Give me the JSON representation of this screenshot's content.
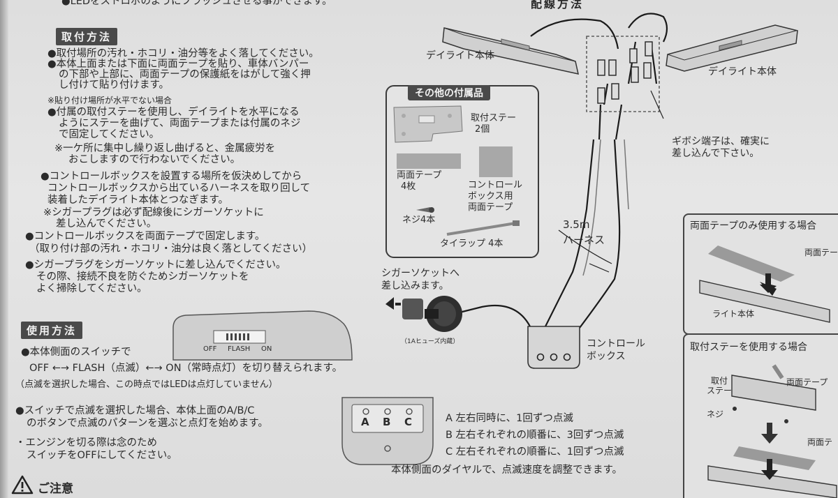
{
  "top_cut_line": "●LEDをストロボのようにフラッシュさせる事ができます。",
  "wiring_title": "配線方法",
  "install": {
    "heading": "取付方法",
    "lines": [
      "●取付場所の汚れ・ホコリ・油分等をよく落してください。",
      "●本体上面または下面に両面テープを貼り、車体バンパー",
      "の下部や上部に、両面テープの保護紙をはがして強く押",
      "し付けて貼り付けます。",
      "※貼り付け場所が水平でない場合",
      "●付属の取付ステーを使用し、デイライトを水平になる",
      "ようにステーを曲げて、両面テープまたは付属のネジ",
      "で固定してください。",
      "※一ケ所に集中し繰り返し曲げると、金属疲労を",
      "おこしますので行わないでください。",
      "●コントロールボックスを設置する場所を仮決めしてから",
      "コントロールボックスから出ているハーネスを取り回して",
      "装着したデイライト本体とつなぎます。",
      "※シガープラグは必ず配線後にシガーソケットに",
      "差し込んでください。",
      "●コントロールボックスを両面テープで固定します。",
      "（取り付け部の汚れ・ホコリ・油分は良く落としてください）",
      "●シガープラグをシガーソケットに差し込んでください。",
      "その際、接続不良を防ぐためシガーソケットを",
      "よく掃除してください。"
    ]
  },
  "usage": {
    "heading": "使用方法",
    "switch_labels": [
      "OFF",
      "FLASH",
      "ON"
    ],
    "lines": [
      "●本体側面のスイッチで",
      "OFF ←→ FLASH（点滅）←→ ON（常時点灯）を切り替えられます。",
      "（点滅を選択した場合、この時点ではLEDは点灯していません）",
      "●スイッチで点滅を選択した場合、本体上面のA/B/C",
      "のボタンで点滅のパターンを選ぶと点灯を始めます。",
      "・エンジンを切る際は念のため",
      "スイッチをOFFにしてください。"
    ],
    "buttons": [
      "A",
      "B",
      "C"
    ],
    "patterns": [
      "A 左右同時に、1回ずつ点滅",
      "B 左右それぞれの順番に、3回ずつ点滅",
      "C 左右それぞれの順番に、1回ずつ点滅"
    ],
    "dial_note": "本体側面のダイヤルで、点滅速度を調整できます。"
  },
  "caution": "ご注意",
  "accessories": {
    "heading": "その他の付属品",
    "items": [
      {
        "label": "取付ステー",
        "qty": "2個"
      },
      {
        "label": "両面テープ",
        "qty": "4枚"
      },
      {
        "label": "コントロール",
        "qty": "ボックス用",
        "extra": "両面テープ"
      },
      {
        "label": "ネジ4本"
      },
      {
        "label": "タイラップ 4本"
      }
    ]
  },
  "diagram": {
    "left_unit": "デイライト本体",
    "right_unit": "デイライト本体",
    "terminal_note": [
      "ギボシ端子は、確実に",
      "差し込んで下さい。"
    ],
    "harness": [
      "3.5m",
      "ハーネス"
    ],
    "socket_note": [
      "シガーソケットへ",
      "差し込みます。"
    ],
    "fuse": "（1Aヒューズ内蔵）",
    "control_box": [
      "コントロール",
      "ボックス"
    ]
  },
  "tape_only": {
    "heading": "両面テープのみ使用する場合",
    "tape_label": "両面テープ",
    "body_label": "ライト本体"
  },
  "stay_use": {
    "heading": "取付ステーを使用する場合",
    "stay_label": [
      "取付",
      "ステー"
    ],
    "tape_label": "両面テープ",
    "screw_label": "ネジ",
    "tape_label2": "両面テ"
  }
}
